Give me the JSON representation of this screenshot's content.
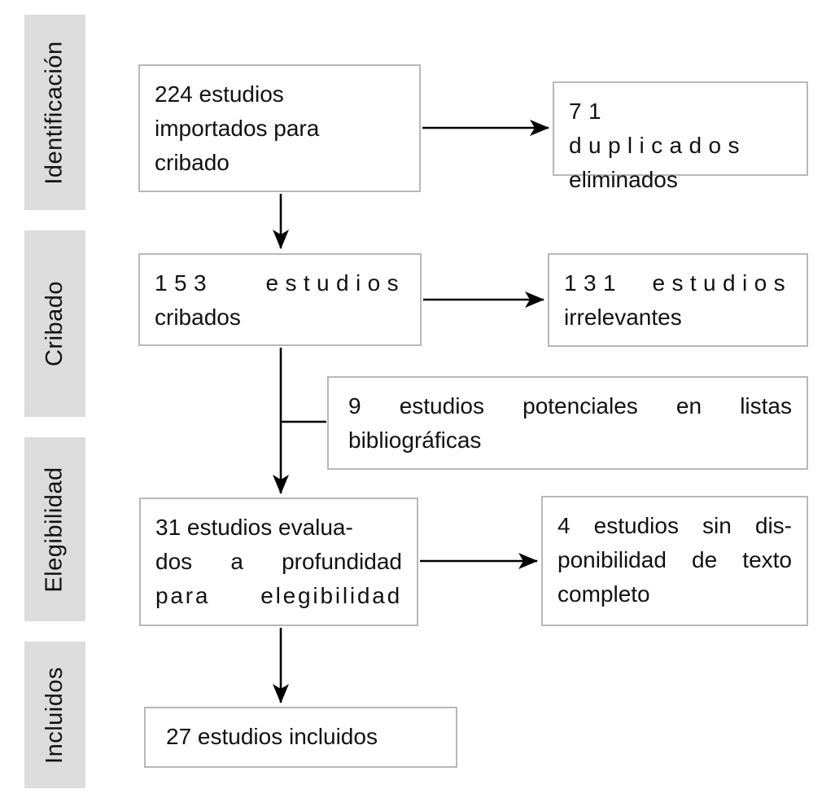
{
  "diagram": {
    "type": "prisma-flow",
    "stages": [
      {
        "id": "identification",
        "label": "Identificación"
      },
      {
        "id": "screening",
        "label": "Cribado"
      },
      {
        "id": "eligibility",
        "label": "Elegibilidad"
      },
      {
        "id": "included",
        "label": "Incluidos"
      }
    ],
    "boxes": {
      "imported": {
        "count": 224,
        "lines": [
          "224 estudios",
          "importados para",
          "cribado"
        ]
      },
      "duplicates": {
        "count": 71,
        "lines": [
          "71 duplicados",
          "eliminados"
        ]
      },
      "screened": {
        "count": 153,
        "lines": [
          "153 estudios",
          "cribados"
        ]
      },
      "irrelevant": {
        "count": 131,
        "lines": [
          "131 estudios",
          "irrelevantes"
        ]
      },
      "references": {
        "count": 9,
        "lines": [
          "9 estudios potenciales en listas",
          "bibliográficas"
        ]
      },
      "assessed": {
        "count": 31,
        "lines": [
          "31 estudios evalua-",
          "dos a profundidad",
          "para elegibilidad"
        ]
      },
      "no_fulltext": {
        "count": 4,
        "lines": [
          "4 estudios sin dis-",
          "ponibilidad de texto",
          "completo"
        ]
      },
      "included": {
        "count": 27,
        "lines": [
          "27 estudios incluidos"
        ]
      }
    },
    "colors": {
      "page_bg": "#ffffff",
      "band_bg": "#dcdcdc",
      "box_border": "#b8b8b8",
      "text": "#111111",
      "arrow": "#000000"
    }
  }
}
